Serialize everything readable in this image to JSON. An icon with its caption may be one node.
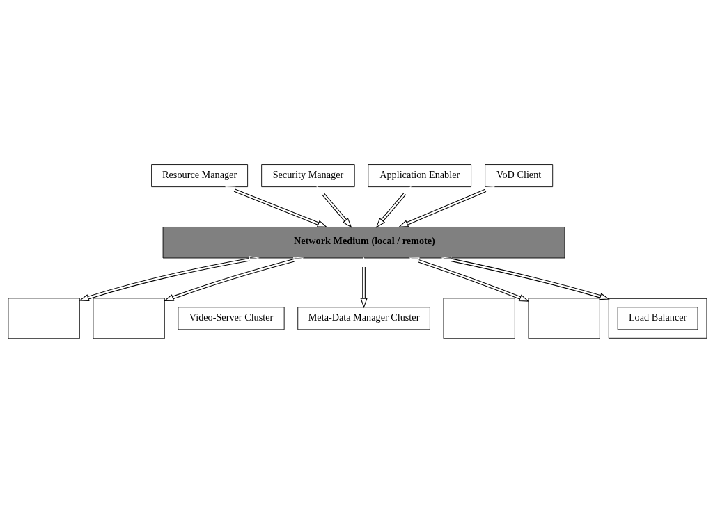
{
  "diagram": {
    "nodes": [
      {
        "text": [
          "Resource Manager"
        ]
      },
      {
        "text": [
          "Security Manager"
        ]
      },
      {
        "text": [
          "Application Enabler"
        ]
      },
      {
        "text": [
          "VoD Client"
        ]
      },
      {
        "text": [
          "Network Medium (local / remote)"
        ]
      },
      {
        "text": [],
        "shape": "box"
      },
      {
        "text": [],
        "shape": "box"
      },
      {
        "text": [
          "Video-Server Cluster"
        ]
      },
      {
        "text": [],
        "shape": "box"
      },
      {
        "text": [
          "Load Balancer"
        ],
        "in": 8
      },
      {
        "text": [
          "Meta-Data Manager Cluster"
        ]
      },
      {
        "text": [],
        "shape": "box"
      },
      {
        "text": [],
        "shape": "box"
      }
    ],
    "edges": [
      {
        "from": 0,
        "to": 4,
        "arrow": "both"
      },
      {
        "from": 1,
        "to": 4,
        "arrow": "both"
      },
      {
        "from": 2,
        "to": 4,
        "arrow": "both"
      },
      {
        "from": 3,
        "to": 4,
        "arrow": "both"
      },
      {
        "from": 4,
        "to": 5,
        "arrow": "both"
      },
      {
        "from": 4,
        "to": 6,
        "arrow": "both"
      },
      {
        "from": 4,
        "to": 8,
        "arrow": "both"
      },
      {
        "from": 4,
        "to": 10,
        "arrow": "both"
      },
      {
        "from": 4,
        "to": 12,
        "arrow": "both"
      }
    ]
  }
}
